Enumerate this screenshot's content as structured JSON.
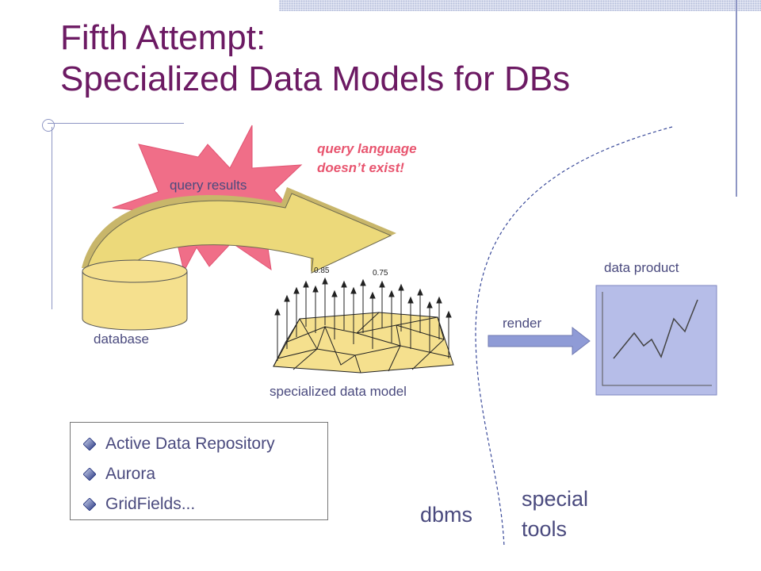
{
  "title": {
    "line1": "Fifth Attempt:",
    "line2": "Specialized Data Models for DBs"
  },
  "labels": {
    "query_results": "query results",
    "database": "database",
    "specialized_model": "specialized data model",
    "render": "render",
    "data_product": "data product",
    "value_a": "0.85",
    "value_b": "0.75",
    "dbms": "dbms",
    "special_tools_line1": "special",
    "special_tools_line2": "tools"
  },
  "note": {
    "line1": "query language",
    "line2": "doesn’t exist!"
  },
  "bullets": [
    "Active Data Repository",
    "Aurora",
    "GridFields..."
  ],
  "colors": {
    "title": "#6c1a63",
    "text": "#4a4a7e",
    "note": "#e8556f",
    "burst": "#f06e88",
    "database": "#f5e08e",
    "arrow": "#ecd97a",
    "arrow_shadow": "#c8b66a",
    "mesh": "#f5e08e",
    "product_fill": "#b6bde8",
    "render_arrow": "#8f9bd6"
  }
}
